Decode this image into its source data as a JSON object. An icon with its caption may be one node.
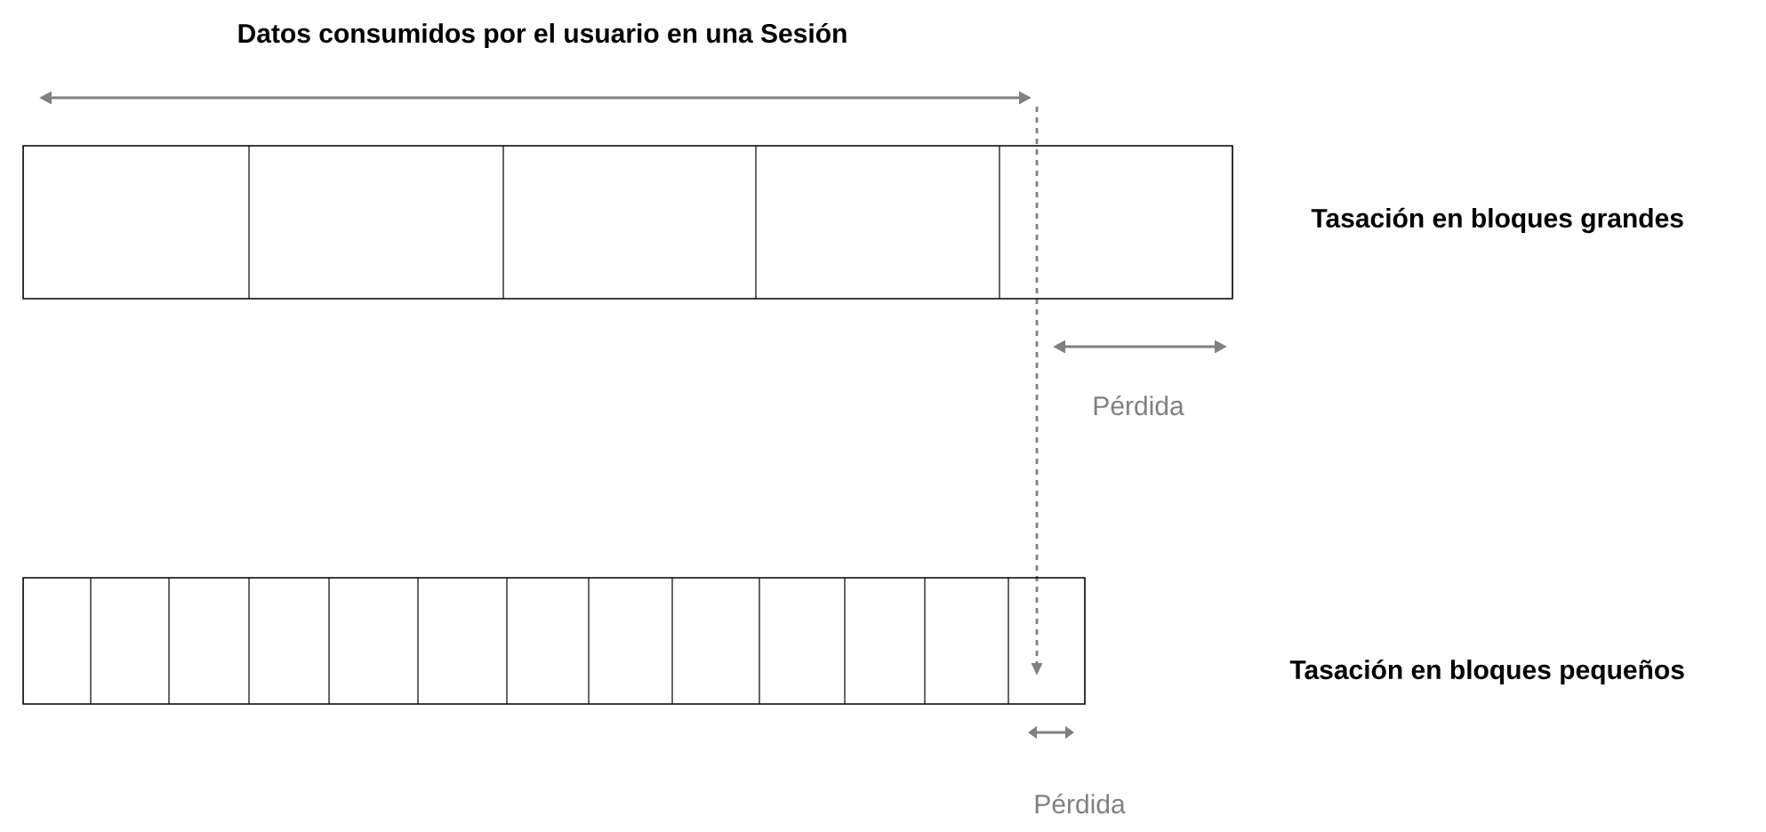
{
  "diagram": {
    "labels": [
      "Datos consumidos por el usuario en una Sesión",
      "Tasación en bloques grandes",
      "Pérdida",
      "Tasación en bloques pequeños",
      "Pérdida"
    ]
  }
}
